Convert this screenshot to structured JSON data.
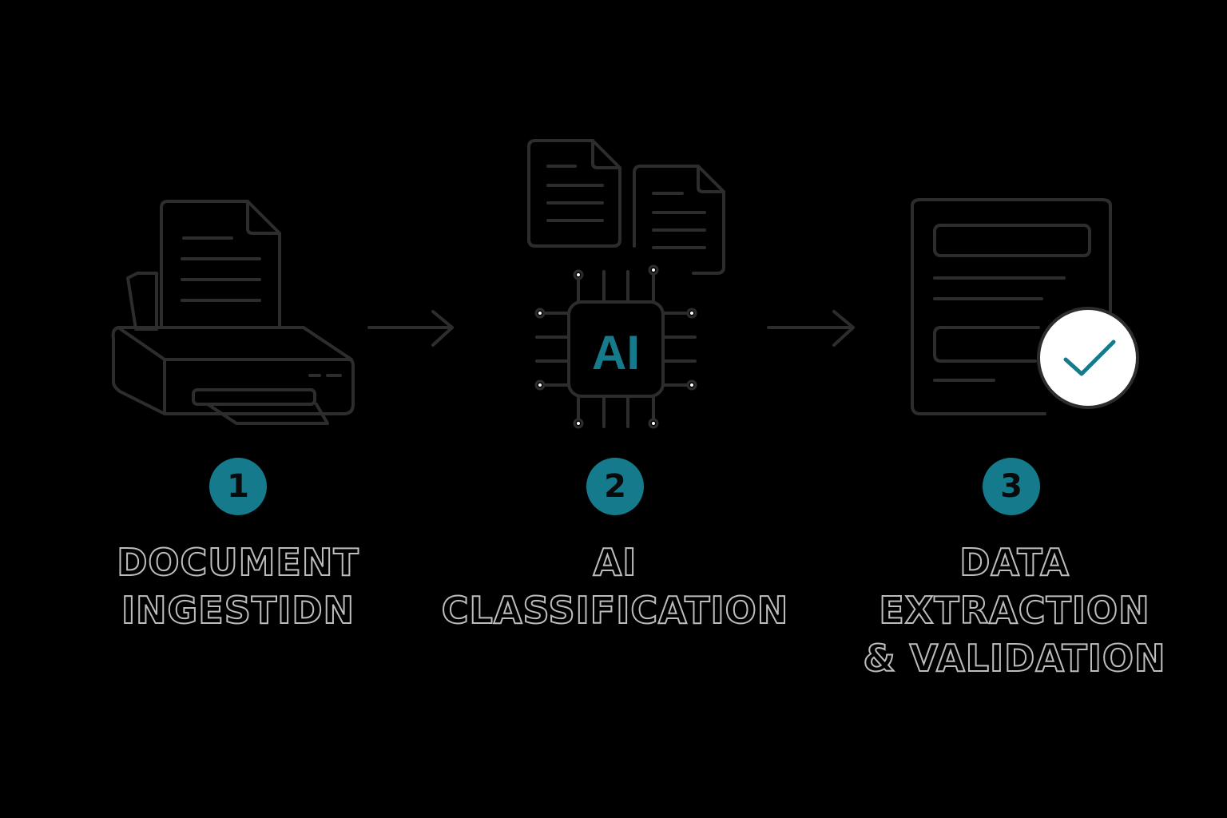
{
  "colors": {
    "background": "#000000",
    "line": "#2d2d2d",
    "accent": "#157a8c",
    "label_outline": "#bdbdbd"
  },
  "steps": [
    {
      "number": "1",
      "label_line1": "DOCUMENT",
      "label_line2": "INGESTIDN",
      "icon": "printer-with-document-icon"
    },
    {
      "number": "2",
      "label_line1": "AI",
      "label_line2": "CLASSIFICATION",
      "icon": "ai-chip-with-documents-icon",
      "chip_text": "AI"
    },
    {
      "number": "3",
      "label_line1": "DATA EXTRACTION",
      "label_line2": "& VALIDATION",
      "icon": "form-with-checkmark-icon"
    }
  ],
  "connectors": [
    "arrow-right-icon",
    "arrow-right-icon"
  ]
}
